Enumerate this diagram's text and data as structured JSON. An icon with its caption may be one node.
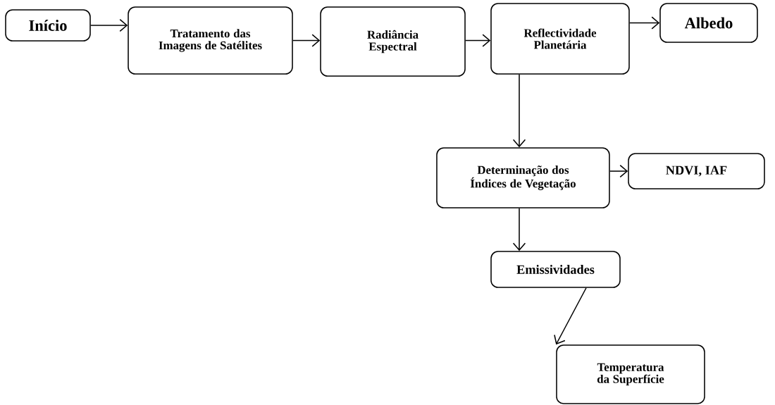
{
  "diagram": {
    "nodes": [
      {
        "text": [
          "Início"
        ]
      },
      {
        "text": [
          "Tratamento das Imagens de Satélites"
        ]
      },
      {
        "text": [
          "Radiância Espectral"
        ]
      },
      {
        "text": [
          "Reflectividade Planetária"
        ]
      },
      {
        "text": [
          "Albedo"
        ]
      },
      {
        "text": [
          "Determinação dos Índices de Vegetação"
        ]
      },
      {
        "text": [
          "NDVI, IAF"
        ]
      },
      {
        "text": [
          "Emissividades"
        ]
      },
      {
        "text": [
          "Temperatura da Superfície"
        ]
      }
    ],
    "edges": [
      {
        "from": 0,
        "to": 1,
        "arrow": "to"
      },
      {
        "from": 1,
        "to": 2,
        "arrow": "to"
      },
      {
        "from": 2,
        "to": 3,
        "arrow": "to"
      },
      {
        "from": 3,
        "to": 4,
        "arrow": "to"
      },
      {
        "from": 3,
        "to": 5,
        "arrow": "to"
      },
      {
        "from": 5,
        "to": 6,
        "arrow": "to"
      },
      {
        "from": 5,
        "to": 7,
        "arrow": "to"
      },
      {
        "from": 7,
        "to": 8,
        "arrow": "to"
      }
    ]
  }
}
